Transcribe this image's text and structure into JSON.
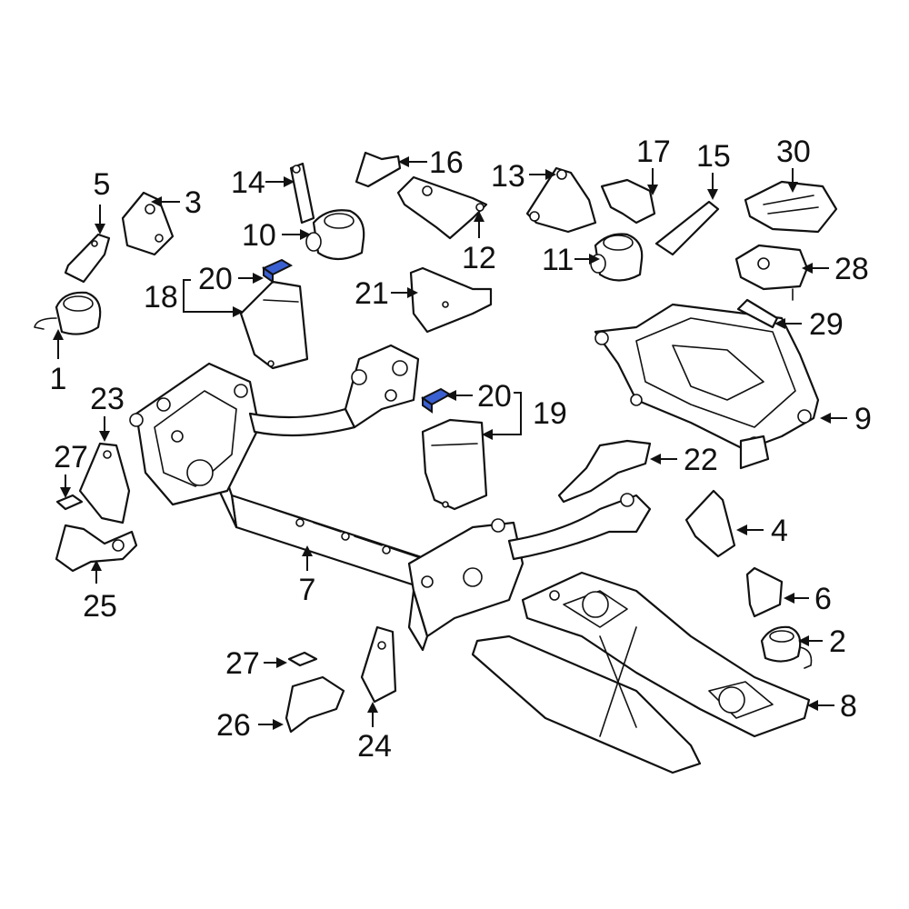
{
  "diagram": {
    "highlight_color": "#3a5fd1",
    "line_color": "#111111",
    "callouts": {
      "c1": "1",
      "c2": "2",
      "c3": "3",
      "c4": "4",
      "c5": "5",
      "c6": "6",
      "c7": "7",
      "c8": "8",
      "c9": "9",
      "c10": "10",
      "c11": "11",
      "c12": "12",
      "c13": "13",
      "c14": "14",
      "c15": "15",
      "c16": "16",
      "c17": "17",
      "c18": "18",
      "c19": "19",
      "c20a": "20",
      "c20b": "20",
      "c21": "21",
      "c22": "22",
      "c23": "23",
      "c24": "24",
      "c25": "25",
      "c26": "26",
      "c27a": "27",
      "c27b": "27",
      "c28": "28",
      "c29": "29",
      "c30": "30"
    }
  }
}
